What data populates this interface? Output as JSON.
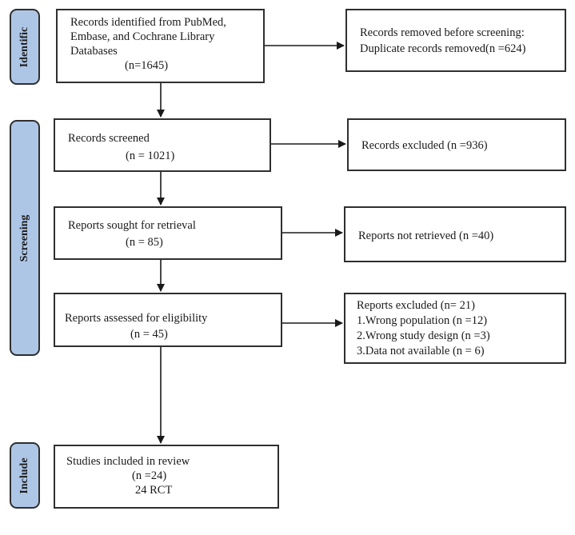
{
  "phases": {
    "identification": "Identific",
    "screening": "Screening",
    "included": "Include"
  },
  "boxes": {
    "identified": {
      "line1": "Records identified from PubMed,",
      "line2": "Embase, and Cochrane Library",
      "line3": "Databases",
      "count": "(n=1645)"
    },
    "removed": {
      "line1": "Records removed before screening:",
      "line2": "Duplicate records removed(n =624)"
    },
    "screened": {
      "line1": "Records screened",
      "count": "(n = 1021)"
    },
    "excluded": {
      "line1": "Records excluded (n =936)"
    },
    "sought": {
      "line1": "Reports sought for retrieval",
      "count": "(n = 85)"
    },
    "not_retrieved": {
      "line1": "Reports not retrieved (n =40)"
    },
    "assessed": {
      "line1": "Reports assessed for eligibility",
      "count": "(n = 45)"
    },
    "reports_excluded": {
      "line1": "Reports excluded (n= 21)",
      "line2": "1.Wrong population (n =12)",
      "line3": "2.Wrong study design (n =3)",
      "line4": "3.Data not available (n = 6)"
    },
    "included": {
      "line1": "Studies included in review",
      "count": "(n =24)",
      "line3": "24 RCT"
    }
  }
}
